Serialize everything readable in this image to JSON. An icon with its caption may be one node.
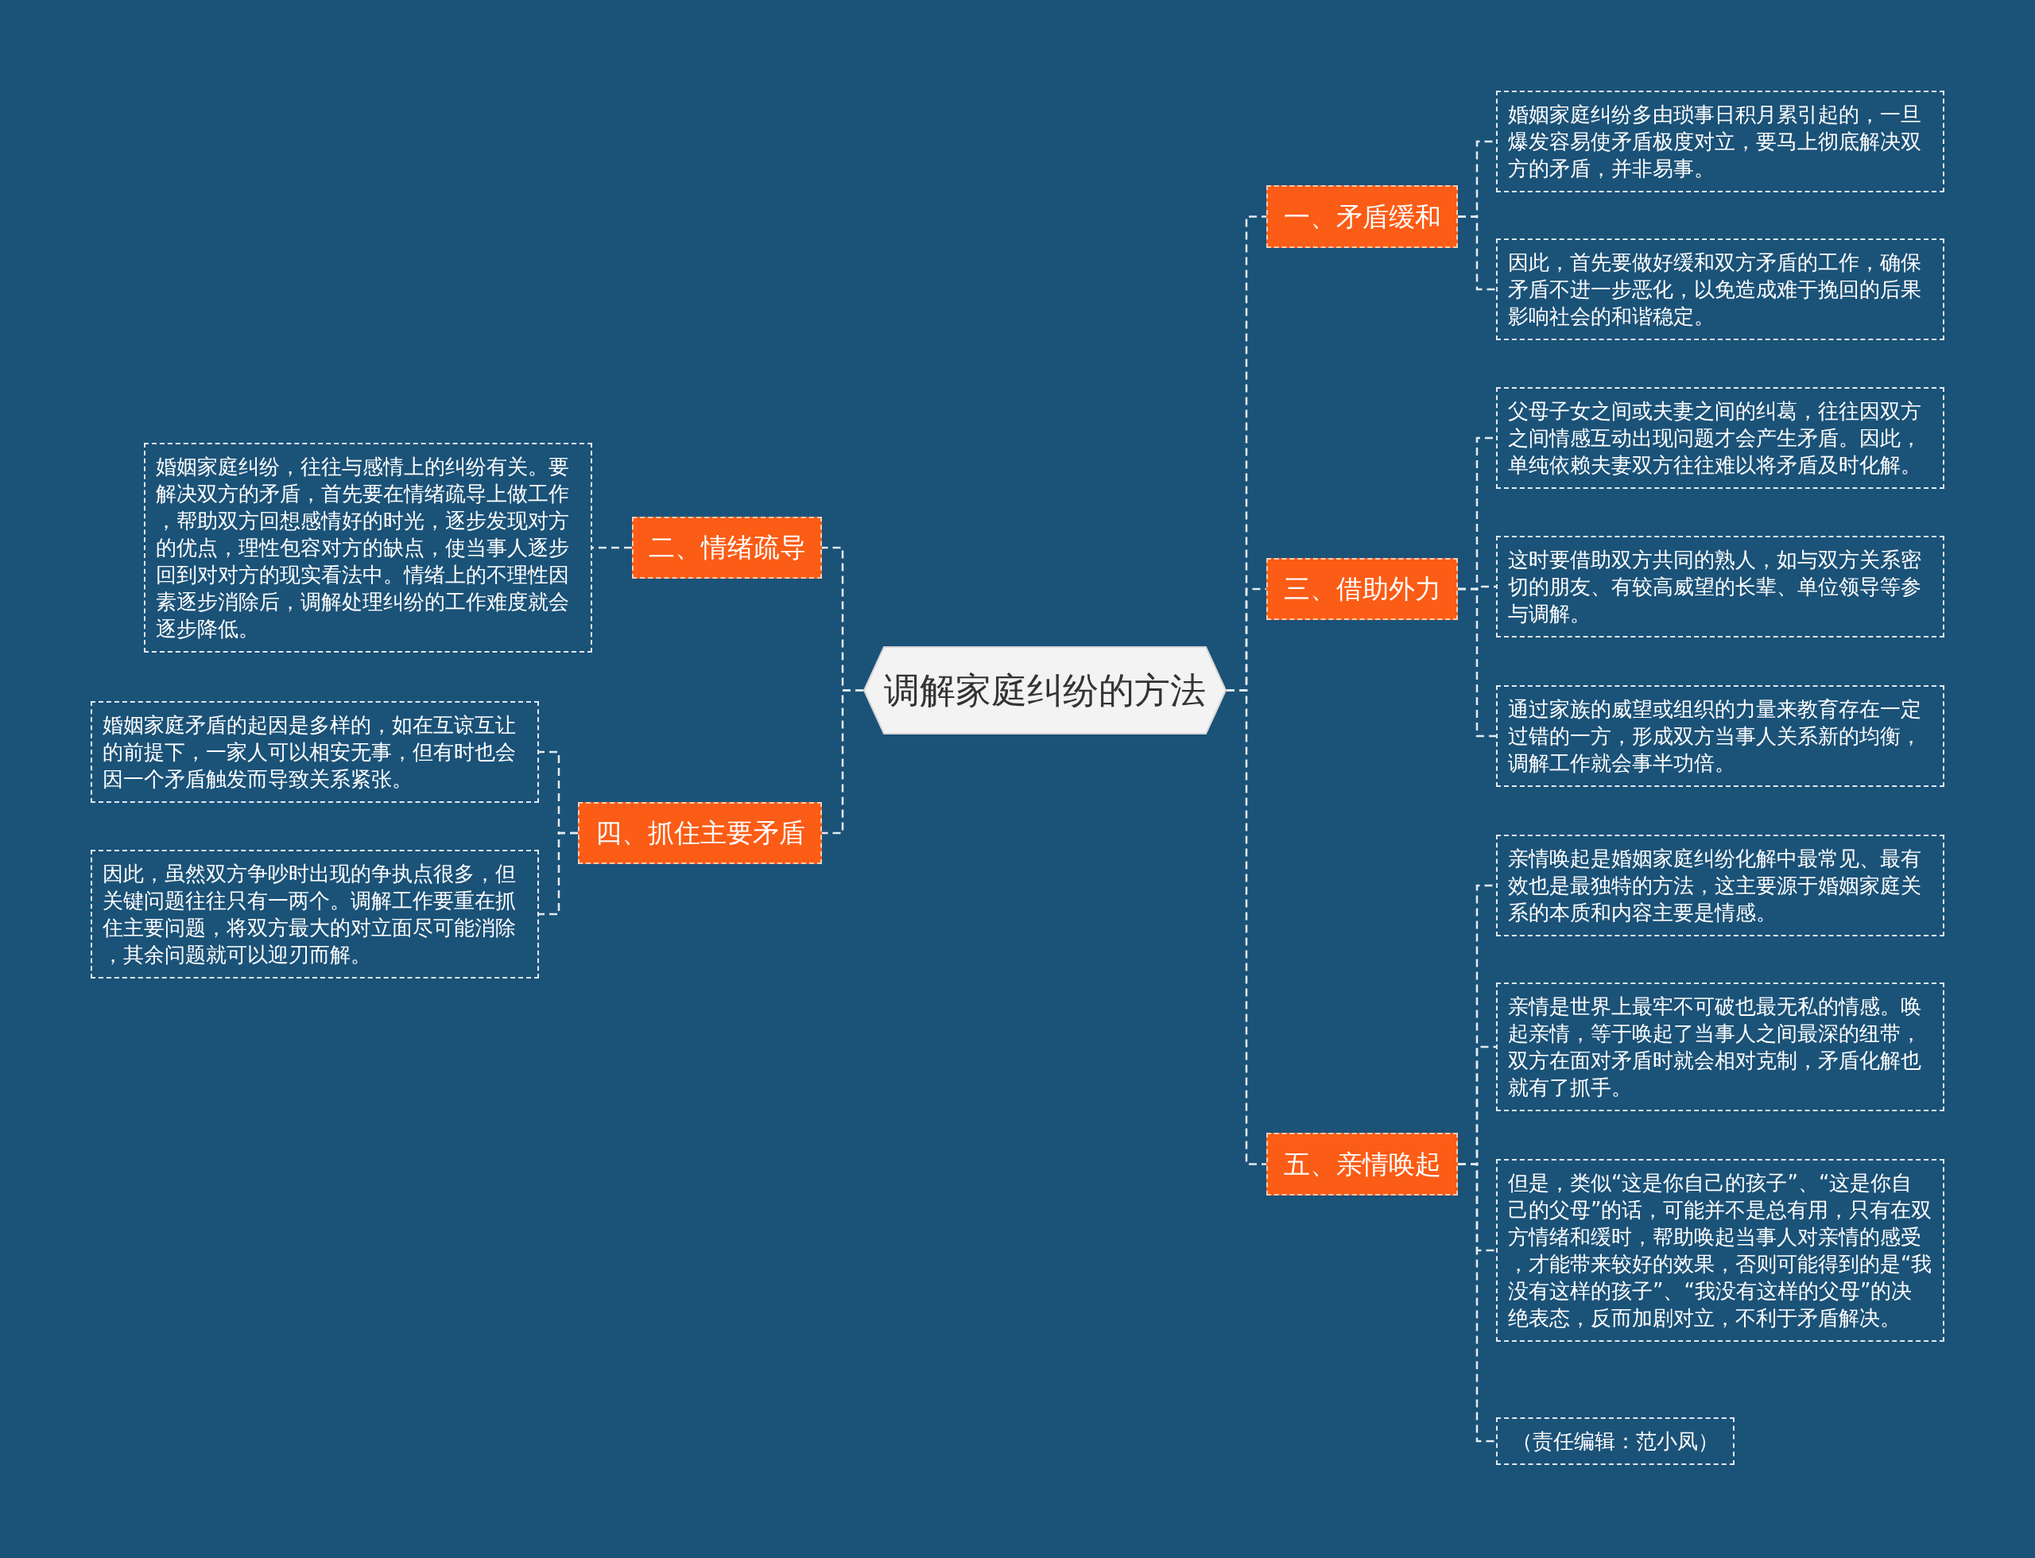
{
  "diagram": {
    "nodes": [
      {
        "text": [
          "调解家庭纠纷的方法"
        ]
      },
      {
        "text": [
          "一、矛盾缓和"
        ]
      },
      {
        "text": [
          "婚姻家庭纠纷多由琐事日积月累引起的，一旦爆发容易使矛盾极度对立，要马上彻底解决双方的矛盾，并非易事。"
        ]
      },
      {
        "text": [
          "因此，首先要做好缓和双方矛盾的工作，确保矛盾不进一步恶化，以免造成难于挽回的后果影响社会的和谐稳定。"
        ]
      },
      {
        "text": [
          "二、情绪疏导"
        ]
      },
      {
        "text": [
          "婚姻家庭纠纷，往往与感情上的纠纷有关。要解决双方的矛盾，首先要在情绪疏导上做工作，帮助双方回想感情好的时光，逐步发现对方的优点，理性包容对方的缺点，使当事人逐步回到对对方的现实看法中。情绪上的不理性因素逐步消除后，调解处理纠纷的工作难度就会逐步降低。"
        ]
      },
      {
        "text": [
          "三、借助外力"
        ]
      },
      {
        "text": [
          "父母子女之间或夫妻之间的纠葛，往往因双方之间情感互动出现问题才会产生矛盾。因此，单纯依赖夫妻双方往往难以将矛盾及时化解。"
        ]
      },
      {
        "text": [
          "这时要借助双方共同的熟人，如与双方关系密切的朋友、有较高威望的长辈、单位领导等参与调解。"
        ]
      },
      {
        "text": [
          "通过家族的威望或组织的力量来教育存在一定过错的一方，形成双方当事人关系新的均衡，调解工作就会事半功倍。"
        ]
      },
      {
        "text": [
          "四、抓住主要矛盾"
        ]
      },
      {
        "text": [
          "婚姻家庭矛盾的起因是多样的，如在互谅互让的前提下，一家人可以相安无事，但有时也会因一个矛盾触发而导致关系紧张。"
        ]
      },
      {
        "text": [
          "因此，虽然双方争吵时出现的争执点很多，但关键问题往往只有一两个。调解工作要重在抓住主要问题，将双方最大的对立面尽可能消除，其余问题就可以迎刃而解。"
        ]
      },
      {
        "text": [
          "五、亲情唤起"
        ]
      },
      {
        "text": [
          "亲情唤起是婚姻家庭纠纷化解中最常见、最有效也是最独特的方法，这主要源于婚姻家庭关系的本质和内容主要是情感。"
        ]
      },
      {
        "text": [
          "亲情是世界上最牢不可破也最无私的情感。唤起亲情，等于唤起了当事人之间最深的纽带，双方在面对矛盾时就会相对克制，矛盾化解也就有了抓手。"
        ]
      },
      {
        "text": [
          "但是，类似“这是你自己的孩子”、“这是你自己的父母”的话，可能并不是总有用，只有在双方情绪和缓时，帮助唤起当事人对亲情的感受，才能带来较好的效果，否则可能得到的是“我没有这样的孩子”、“我没有这样的父母”的决绝表态，反而加剧对立，不利于矛盾解决。"
        ]
      },
      {
        "text": [
          "（责任编辑：范小凤）"
        ]
      }
    ],
    "edges": [
      {
        "from": 0,
        "to": 1,
        "arrow": "none"
      },
      {
        "from": 1,
        "to": 2,
        "arrow": "none"
      },
      {
        "from": 1,
        "to": 3,
        "arrow": "none"
      },
      {
        "from": 0,
        "to": 4,
        "arrow": "none"
      },
      {
        "from": 4,
        "to": 5,
        "arrow": "none"
      },
      {
        "from": 0,
        "to": 6,
        "arrow": "none"
      },
      {
        "from": 6,
        "to": 7,
        "arrow": "none"
      },
      {
        "from": 6,
        "to": 8,
        "arrow": "none"
      },
      {
        "from": 6,
        "to": 9,
        "arrow": "none"
      },
      {
        "from": 0,
        "to": 10,
        "arrow": "none"
      },
      {
        "from": 10,
        "to": 11,
        "arrow": "none"
      },
      {
        "from": 10,
        "to": 12,
        "arrow": "none"
      },
      {
        "from": 0,
        "to": 13,
        "arrow": "none"
      },
      {
        "from": 13,
        "to": 14,
        "arrow": "none"
      },
      {
        "from": 13,
        "to": 15,
        "arrow": "none"
      },
      {
        "from": 13,
        "to": 16,
        "arrow": "none"
      },
      {
        "from": 13,
        "to": 17,
        "arrow": "none"
      }
    ]
  }
}
